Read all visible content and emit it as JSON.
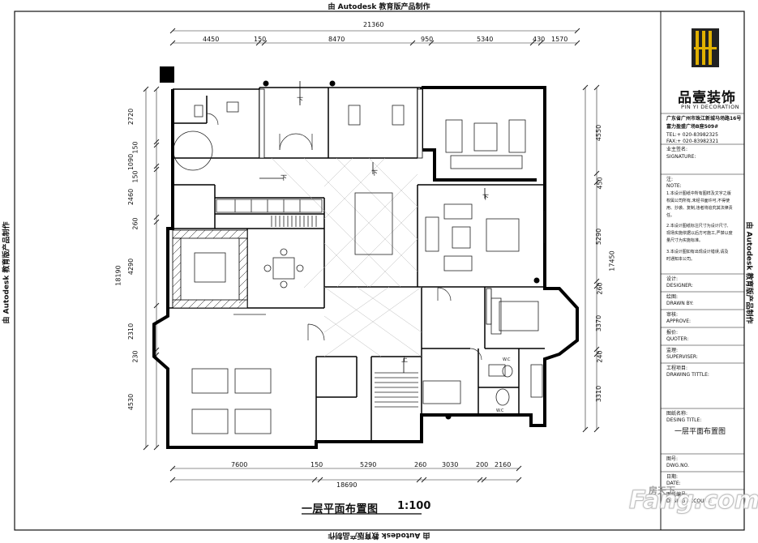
{
  "watermark": "由 Autodesk 教育版产品制作",
  "dimensions": {
    "top_total": "21360",
    "top": [
      "4450",
      "150",
      "8470",
      "950",
      "5340",
      "430",
      "1570"
    ],
    "bottom_total": "18690",
    "bottom": [
      "7600",
      "150",
      "5290",
      "260",
      "3030",
      "200",
      "2160"
    ],
    "left_total": "18190",
    "left": [
      "2720",
      "150",
      "1090",
      "150",
      "2460",
      "260",
      "4290",
      "2310",
      "230",
      "4530"
    ],
    "right_total": "17450",
    "right": [
      "4550",
      "450",
      "5290",
      "260",
      "3370",
      "240",
      "3310"
    ]
  },
  "plan": {
    "title": "一层平面布置图",
    "scale": "1:100",
    "stair_label": "上",
    "down_label": "下",
    "wc_label": "W.C"
  },
  "title_block": {
    "brand": "品壹装饰",
    "brand_en": "PIN YI DECORATION",
    "address_1": "广东省广州市珠江新城马场路16号",
    "address_2": "富力盈盛广场B座509#",
    "tel": "TEL:+ 020-83982325",
    "fax": "FAX:+ 020-83982321",
    "owner_sign": "业主签名:",
    "owner_sign_en": "SIGNATURE:",
    "note_cn": "注:",
    "note_en": "NOTE:",
    "notes": [
      "1.本设计图纸中所有图样及文字之版",
      "权属公司所有,未经书面许可,不得使",
      "用、抄袭、复制,违者将追究其法律责",
      "任。",
      "2.本设计图纸标注尺寸为设计尺寸,",
      "现场实施依据以后方可施工,严禁以度",
      "量尺寸为实施标准。",
      "3.本设计图如有出现设计错误,请及",
      "时通知本公司。"
    ],
    "fields": [
      {
        "cn": "设计:",
        "en": "DESIGNER:"
      },
      {
        "cn": "绘图:",
        "en": "DRAWN BY:"
      },
      {
        "cn": "审核:",
        "en": "APPROVE:"
      },
      {
        "cn": "报价:",
        "en": "QUOTER:"
      },
      {
        "cn": "监理:",
        "en": "SUPERVISER:"
      },
      {
        "cn": "工程项目:",
        "en": "DRAWING TITTLE:"
      }
    ],
    "drawing_label_cn": "图纸名称:",
    "drawing_label_en": "DESING TITLE:",
    "drawing_name": "一层平面布置图",
    "dwg_no_cn": "图号:",
    "dwg_no_en": "DWG.NO.",
    "date_cn": "日期:",
    "date_en": "DATE:",
    "account_cn": "图纸编号:",
    "account_en": "DESING ACCOUNT:"
  },
  "site_watermark": {
    "cn": "房天下",
    "en": "Fang.com"
  }
}
